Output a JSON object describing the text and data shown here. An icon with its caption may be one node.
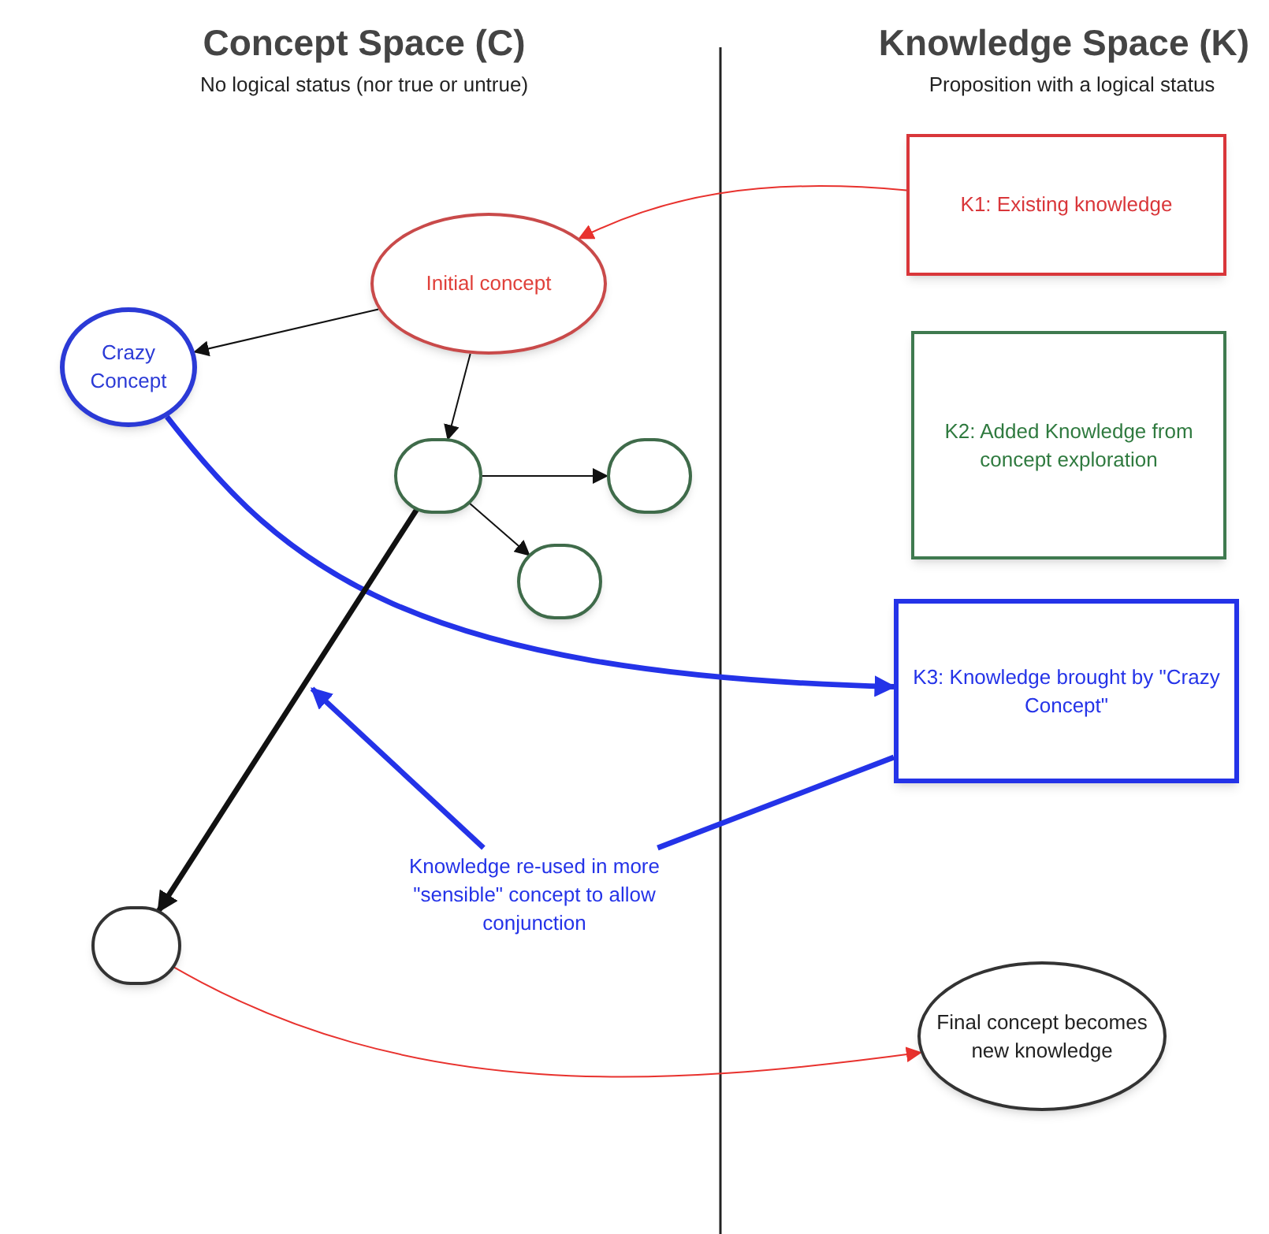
{
  "diagram": {
    "nodes": [
      {
        "text": [
          "K1: Existing knowledge"
        ]
      },
      {
        "text": [
          "Initial concept"
        ]
      },
      {
        "text": [
          "Crazy Concept"
        ]
      },
      {
        "text": [
          "K2: Added Knowledge from concept exploration"
        ]
      },
      {
        "text": [],
        "shape": "circle"
      },
      {
        "text": [],
        "shape": "circle"
      },
      {
        "text": [],
        "shape": "circle"
      },
      {
        "text": [
          "K3: Knowledge brought by \"Crazy Concept\""
        ]
      },
      {
        "text": [
          "Knowledge re-used in more \"sensible\" concept to allow conjunction"
        ]
      },
      {
        "text": [],
        "shape": "circle"
      },
      {
        "text": [
          "Final concept becomes new knowledge"
        ]
      }
    ],
    "edges": [
      {
        "from": 0,
        "to": 1,
        "arrow": "to",
        "color": "#e8322e"
      },
      {
        "from": 1,
        "to": 2,
        "arrow": "to"
      },
      {
        "from": 1,
        "to": 4,
        "arrow": "to"
      },
      {
        "from": 4,
        "to": 5,
        "arrow": "to"
      },
      {
        "from": 4,
        "to": 6,
        "arrow": "to"
      },
      {
        "from": 2,
        "to": 7,
        "arrow": "to",
        "style": "thick",
        "color": "#2433e8"
      },
      {
        "from": 4,
        "to": 9,
        "arrow": "to",
        "style": "thick"
      },
      {
        "from": 8,
        "to": null,
        "arrow": "to",
        "style": "thick",
        "color": "#2433e8"
      },
      {
        "from": 7,
        "to": 8,
        "arrow": "none",
        "style": "thick",
        "color": "#2433e8"
      },
      {
        "from": 9,
        "to": 10,
        "arrow": "to",
        "color": "#e8322e"
      }
    ],
    "labels": [
      "Concept Space (C)",
      "No logical status (nor true or untrue)",
      "Knowledge Space (K)",
      "Proposition with a logical status"
    ]
  }
}
